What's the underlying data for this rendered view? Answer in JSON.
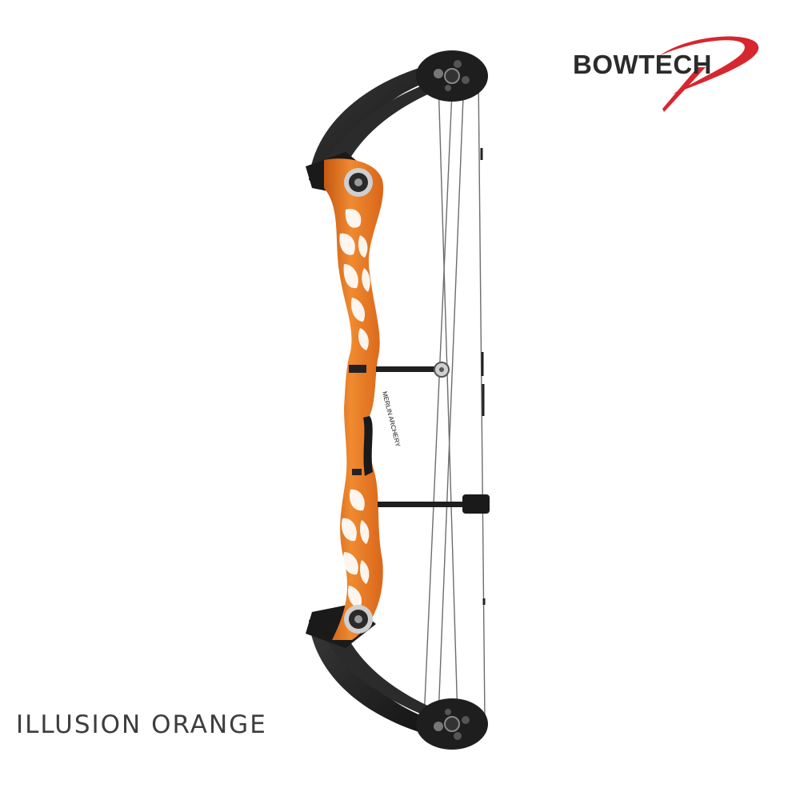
{
  "brand": {
    "name": "BOWTECH",
    "text_color": "#2b2b2b",
    "swoosh_color": "#d7262e"
  },
  "product": {
    "color_name": "ILLUSION ORANGE",
    "riser_color": "#e8721f",
    "limb_color": "#1c1c1c"
  },
  "riser_label": "MERLIN ARCHERY"
}
